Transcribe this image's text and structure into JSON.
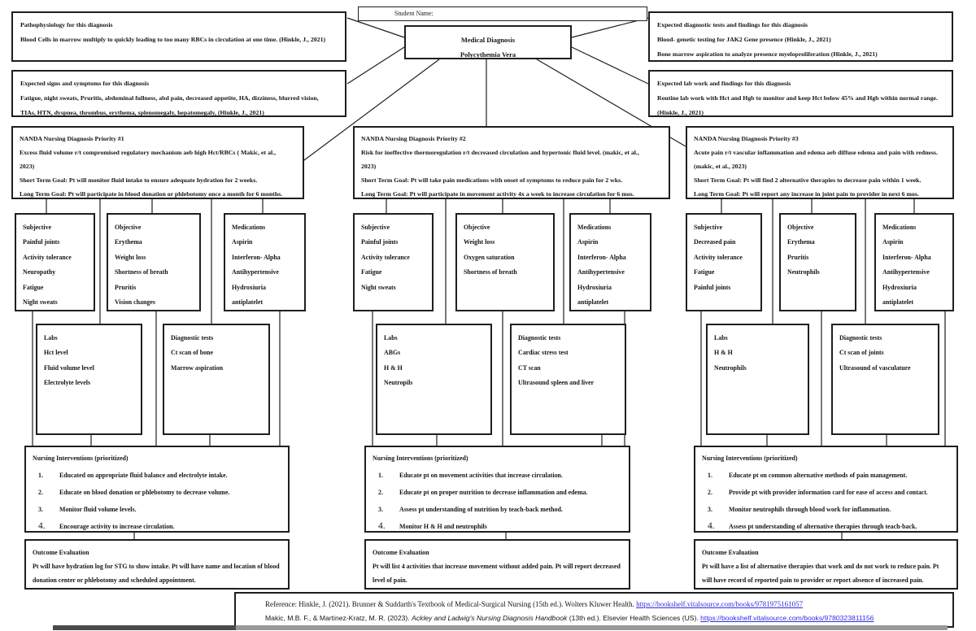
{
  "page": {
    "student_name_label": "Student Name:"
  },
  "diagnosis": {
    "line1": "Medical Diagnosis",
    "line2": "Polycythemia Vera"
  },
  "info_boxes": {
    "pathophysiology": {
      "title": "Pathophysiology for this diagnosis",
      "lines": [
        "Blood Cells in marrow multiply to quickly leading to too many RBCs in circulation at one time.  (Hinkle, J., 2021)"
      ]
    },
    "signs_symptoms": {
      "title": "Expected signs and symptoms for this diagnosis",
      "lines": [
        "Fatigue, night sweats, Pruritis, abdominal fullness, abd pain, decreased appetite, HA, dizziness, blurred vision,",
        "TIAs, HTN, dyspnea, thrombus, erythema, splenomegaly, hepatomegaly, (Hinkle, J., 2021)"
      ]
    },
    "diagnostic_tests": {
      "title": "Expected diagnostic tests and findings for this diagnosis",
      "lines": [
        "Blood- genetic testing for JAK2 Gene presence (Hinkle, J., 2021)",
        "Bone marrow aspiration to analyze presence myeloproliferation (Hinkle, J., 2021)"
      ]
    },
    "lab_work": {
      "title": "Expected lab work and findings for this diagnosis",
      "lines": [
        "Routine lab work with Hct and Hgb to monitor and keep Hct below 45% and Hgb within normal range.",
        "(Hinkle, J., 2021)"
      ]
    }
  },
  "columns": [
    {
      "nanda": {
        "title": "NANDA Nursing Diagnosis Priority #1",
        "lines": [
          "Excess fluid volume r/t compromised regulatory mechanism aeb high Hct/RBCs ( Makic, et al.,",
          "2023)",
          "Short Term Goal: Pt will monitor fluid intake to ensure adequate hydration for 2 weeks.",
          "Long Term Goal: Pt will participate in blood donation or phlebotomy once a month for 6 months."
        ]
      },
      "subjective": [
        "Subjective",
        "Painful joints",
        "Activity tolerance",
        "Neuropathy",
        "Fatigue",
        "Night sweats"
      ],
      "objective": [
        "Objective",
        "Erythema",
        "Weight loss",
        "Shortness of breath",
        "Pruritis",
        "Vision changes"
      ],
      "medications": [
        "Medications",
        "Aspirin",
        "Interferon- Alpha",
        "Antihypertensive",
        "Hydroxiuria",
        "antiplatelet"
      ],
      "labs": [
        "Labs",
        "Hct level",
        "Fluid volume level",
        "Electrolyte levels"
      ],
      "diagnostics": [
        "Diagnostic tests",
        "Ct scan of bone",
        "Marrow aspiration"
      ],
      "interventions": {
        "title": "Nursing Interventions (prioritized)",
        "items": [
          "Educated on appropriate fluid balance and electrolyte intake.",
          "Educate on blood donation or phlebotomy to decrease volume.",
          "Monitor fluid volume levels.",
          "Encourage activity to increase circulation."
        ]
      },
      "outcome": {
        "title": "Outcome Evaluation",
        "body": "Pt will have hydration log for STG to show intake. Pt will have name and location of blood donation center or phlebotomy and scheduled appointment."
      }
    },
    {
      "nanda": {
        "title": "NANDA Nursing Diagnosis Priority #2",
        "lines": [
          "Risk for ineffective thermoregulation r/t decreased circulation and hypertonic fluid level. (makic, et al.,",
          "2023)",
          "Short Term Goal: Pt will take pain medications with onset of symptoms to reduce pain for 2 wks.",
          "Long Term Goal: Pt will participate in movement activity 4x a week to increase circulation for 6 mos."
        ]
      },
      "subjective": [
        "Subjective",
        "Painful joints",
        "Activity tolerance",
        "Fatigue",
        "Night sweats"
      ],
      "objective": [
        "Objective",
        "Weight loss",
        "Oxygen saturation",
        "Shortness of breath"
      ],
      "medications": [
        "Medications",
        "Aspirin",
        "Interferon- Alpha",
        "Antihypertensive",
        "Hydroxiuria",
        "antiplatelet"
      ],
      "labs": [
        "Labs",
        "ABGs",
        "H & H",
        "Neutropils"
      ],
      "diagnostics": [
        "Diagnostic tests",
        "Cardiac stress test",
        "CT scan",
        "Ultrasound spleen and liver"
      ],
      "interventions": {
        "title": "Nursing Interventions (prioritized)",
        "items": [
          "Educate pt on movement activities that increase circulation.",
          "Educate pt on proper nutrition to decrease inflammation and edema.",
          "Assess pt understanding of nutrition by teach-back method.",
          "Monitor H & H and neutrophils"
        ]
      },
      "outcome": {
        "title": "Outcome Evaluation",
        "body": "Pt will list 4 activities that increase movement without added pain. Pt will report decreased level of pain."
      }
    },
    {
      "nanda": {
        "title": "NANDA Nursing Diagnosis Priority #3",
        "lines": [
          "Acute pain r/t vascular inflammation and edema aeb diffuse edema and pain with redness.",
          "(makic, et al., 2023)",
          "Short Term Goal: Pt will find 2 alternative therapies to decrease pain within 1 week.",
          "Long Term Goal: Pt will report any increase in joint pain to provider in next 6 mos."
        ]
      },
      "subjective": [
        "Subjective",
        "Decreased pain",
        "Activity tolerance",
        "Fatigue",
        "Painful joints"
      ],
      "objective": [
        "Objective",
        "Erythema",
        "Pruritis",
        "Neutrophils"
      ],
      "medications": [
        "Medications",
        "Aspirin",
        "Interferon- Alpha",
        "Antihypertensive",
        "Hydroxiuria",
        "antiplatelet"
      ],
      "labs": [
        "Labs",
        "H & H",
        "Neutrophils"
      ],
      "diagnostics": [
        "Diagnostic tests",
        "Ct scan of joints",
        "Ultrasound of vasculature"
      ],
      "interventions": {
        "title": "Nursing Interventions (prioritized)",
        "items": [
          "Educate pt on common alternative methods of pain management.",
          "Provide pt with provider information card for ease of access and contact.",
          "Monitor neutrophils through blood work for inflammation.",
          "Assess pt understanding of alternative therapies through teach-back."
        ]
      },
      "outcome": {
        "title": "Outcome Evaluation",
        "body": "Pt will have a list of alternative therapies that work and do not work to reduce pain. Pt will have record of reported pain to provider or report absence of increased pain."
      }
    }
  ],
  "reference": {
    "line1_text": "Reference: Hinkle, J. (2021). Brunner & Suddarth's Textbook of Medical-Surgical Nursing (15th ed.). Wolters Kluwer Health. ",
    "line1_link": "https://bookshelf.vitalsource.com/books/9781975161057",
    "line2_pre": "Makic, M.B. F., & Martinez-Kratz, M. R. (2023). ",
    "line2_italic": "Ackley and Ladwig's Nursing Diagnosis Handbook",
    "line2_mid": " (13th ed.). Elsevier Health Sciences (US). ",
    "line2_link": "https://bookshelf.vitalsource.com/books/9780323811156"
  }
}
